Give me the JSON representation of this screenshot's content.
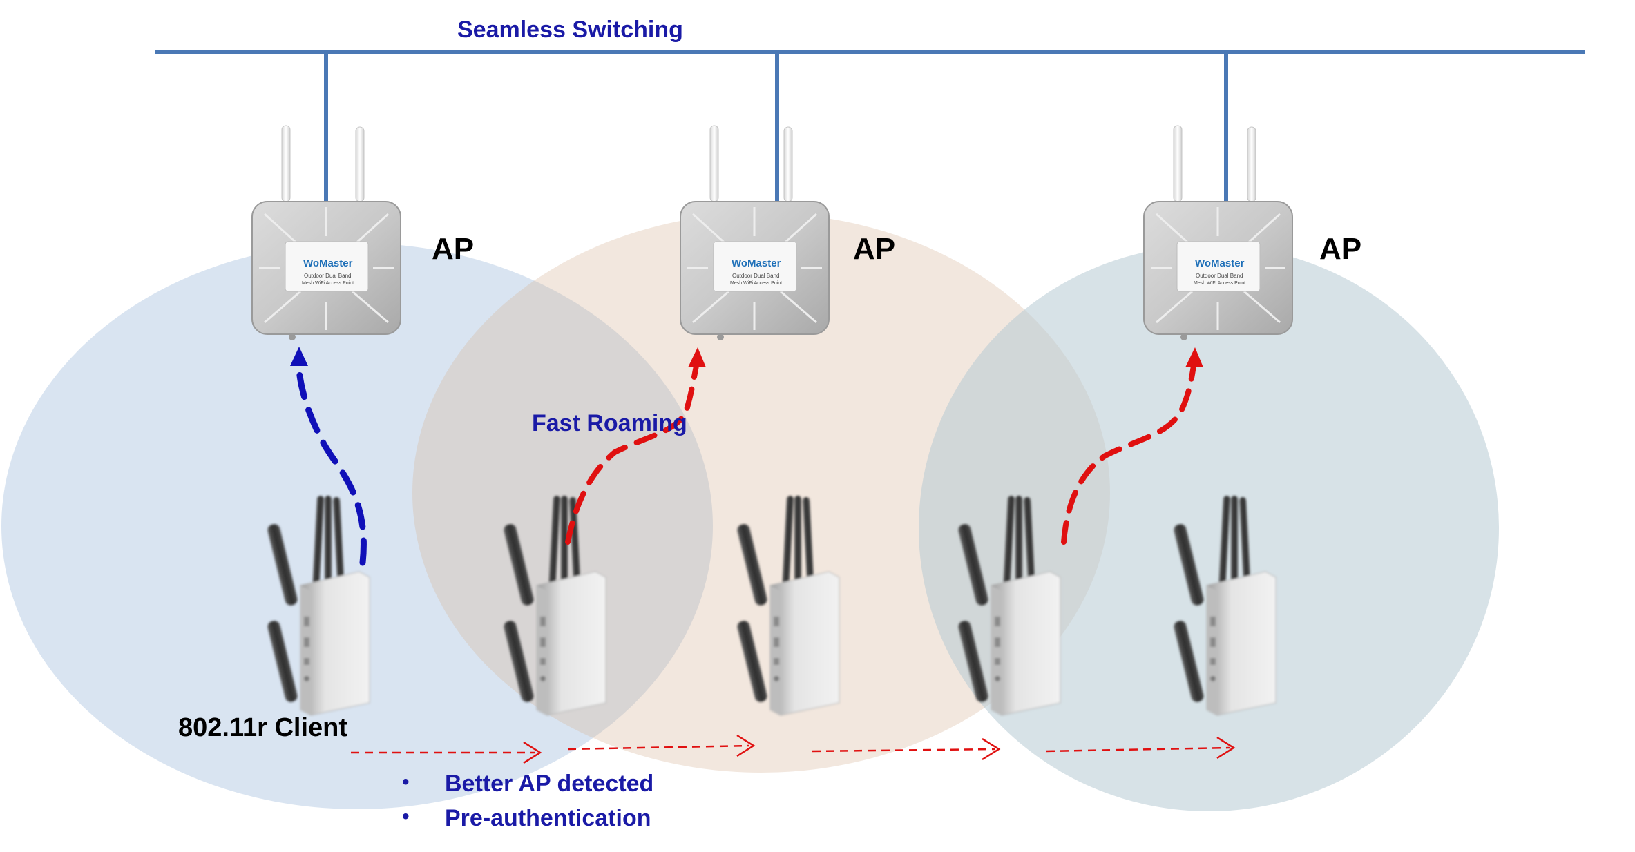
{
  "diagram": {
    "title": "Seamless Switching",
    "ap_label": "AP",
    "aps": [
      {
        "label": "AP",
        "brand": "WoMaster",
        "caption1": "Outdoor Dual Band",
        "caption2": "Mesh WiFi Access Point"
      },
      {
        "label": "AP",
        "brand": "WoMaster",
        "caption1": "Outdoor Dual Band",
        "caption2": "Mesh WiFi Access Point"
      },
      {
        "label": "AP",
        "brand": "WoMaster",
        "caption1": "Outdoor Dual Band",
        "caption2": "Mesh WiFi Access Point"
      }
    ],
    "client_label": "802.11r Client",
    "fast_roaming_label": "Fast Roaming",
    "notes": [
      "Better AP detected",
      "Pre-authentication"
    ],
    "bullet": "•"
  },
  "colors": {
    "backbone": "#4a78b5",
    "coverage_1": "#b9cde6",
    "coverage_2": "#e6cfbe",
    "coverage_3": "#c5d6dd",
    "blue_arrow": "#1010b8",
    "red_arrow": "#e01010",
    "label_blue": "#1a1aa6"
  }
}
